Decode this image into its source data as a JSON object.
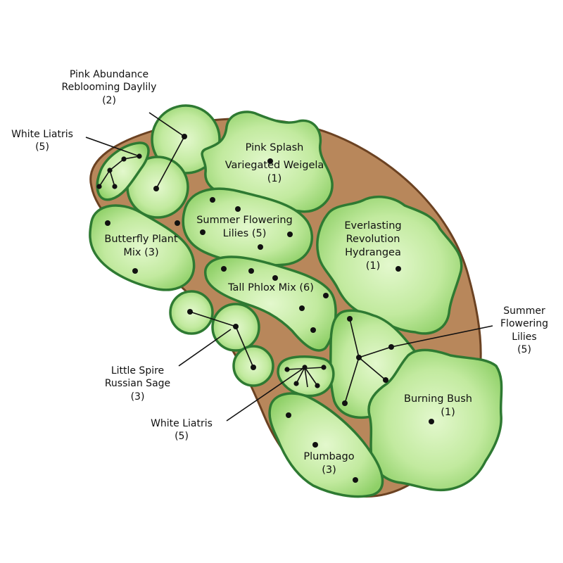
{
  "colors": {
    "mulch": "#b8875b",
    "mulch_edge": "#6b4222",
    "plant_fill": "#b3e491",
    "plant_light": "#dcf5c4",
    "plant_edge": "#2e7a32",
    "marker": "#111111"
  },
  "labels": {
    "pink_abundance": {
      "line1": "Pink Abundance",
      "line2": "Reblooming Daylily",
      "count": "(2)"
    },
    "white_liatris_top": {
      "line1": "White Liatris",
      "count": "(5)"
    },
    "pink_splash": {
      "line1": "Pink Splash",
      "line2": "Variegated Weigela",
      "count": "(1)"
    },
    "summer_lilies_center": {
      "line1": "Summer Flowering",
      "line2": "Lilies (5)"
    },
    "butterfly_plant": {
      "line1": "Butterfly Plant",
      "line2": "Mix (3)"
    },
    "hydrangea": {
      "line1": "Everlasting",
      "line2": "Revolution",
      "line3": "Hydrangea",
      "count": "(1)"
    },
    "tall_phlox": {
      "line1": "Tall Phlox Mix (6)"
    },
    "summer_lilies_right": {
      "line1": "Summer",
      "line2": "Flowering",
      "line3": "Lilies",
      "count": "(5)"
    },
    "russian_sage": {
      "line1": "Little Spire",
      "line2": "Russian Sage",
      "count": "(3)"
    },
    "white_liatris_bottom": {
      "line1": "White Liatris",
      "count": "(5)"
    },
    "burning_bush": {
      "line1": "Burning Bush",
      "count": "(1)"
    },
    "plumbago": {
      "line1": "Plumbago",
      "count": "(3)"
    }
  }
}
